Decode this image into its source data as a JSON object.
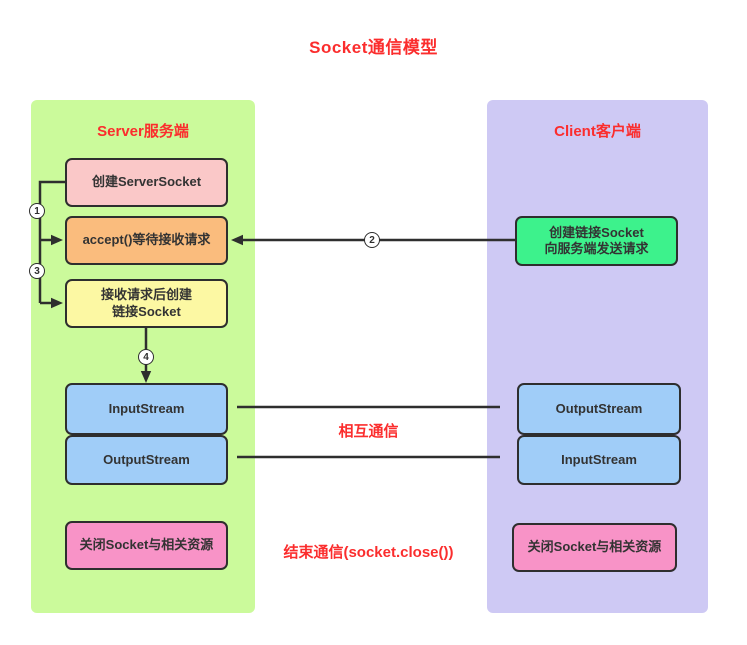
{
  "title": "Socket通信模型",
  "colors": {
    "accent_red": "#fb2d2d",
    "server_panel": "#cbfa9b",
    "client_panel": "#cec9f4",
    "box_border": "#2e2e2e",
    "pink_box": "#fac8c8",
    "orange_box": "#fabc7d",
    "yellow_box": "#fcf8a3",
    "blue_box": "#a0cdf8",
    "hotpink_box": "#f893c7",
    "green_box": "#3df28c"
  },
  "server": {
    "header": "Server服务端",
    "create_server_socket": "创建ServerSocket",
    "accept": "accept()等待接收请求",
    "create_link_line1": "接收请求后创建",
    "create_link_line2": "链接Socket",
    "input_stream": "InputStream",
    "output_stream": "OutputStream",
    "close": "关闭Socket与相关资源"
  },
  "client": {
    "header": "Client客户端",
    "create_socket_line1": "创建链接Socket",
    "create_socket_line2": "向服务端发送请求",
    "output_stream": "OutputStream",
    "input_stream": "InputStream",
    "close": "关闭Socket与相关资源"
  },
  "labels": {
    "mutual_communication": "相互通信",
    "end_communication": "结束通信(socket.close())"
  },
  "steps": {
    "s1": "1",
    "s2": "2",
    "s3": "3",
    "s4": "4"
  }
}
